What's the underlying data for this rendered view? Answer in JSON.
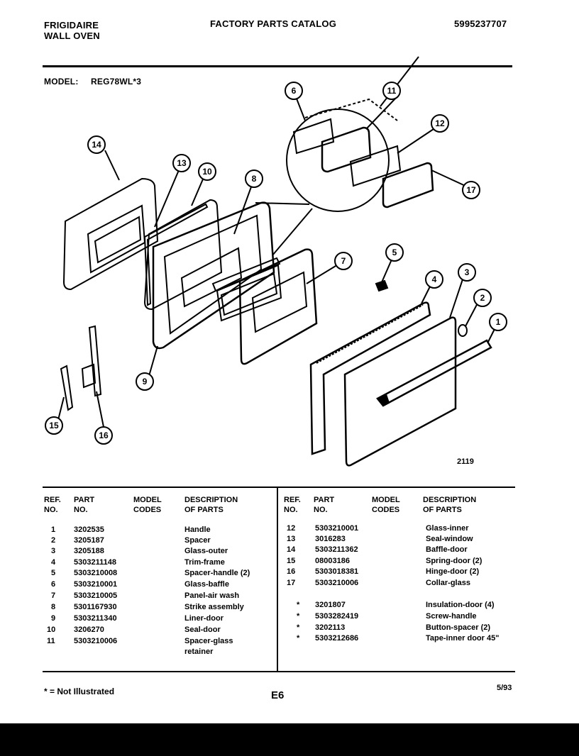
{
  "header": {
    "brand": "FRIGIDAIRE",
    "product": "WALL OVEN",
    "catalog_title": "FACTORY PARTS CATALOG",
    "catalog_number": "5995237707",
    "model_label": "MODEL:",
    "model_value": "REG78WL*3"
  },
  "diagram": {
    "callouts": [
      "1",
      "2",
      "3",
      "4",
      "5",
      "6",
      "7",
      "8",
      "9",
      "10",
      "11",
      "12",
      "13",
      "14",
      "15",
      "16",
      "17"
    ],
    "figure_number": "2119"
  },
  "table": {
    "headers": {
      "ref": [
        "REF.",
        "NO."
      ],
      "part": [
        "PART",
        "NO."
      ],
      "model": [
        "MODEL",
        "CODES"
      ],
      "desc": [
        "DESCRIPTION",
        "OF PARTS"
      ]
    },
    "left_rows": [
      {
        "ref": "1",
        "part": "3202535",
        "desc": "Handle"
      },
      {
        "ref": "2",
        "part": "3205187",
        "desc": "Spacer"
      },
      {
        "ref": "3",
        "part": "3205188",
        "desc": "Glass-outer"
      },
      {
        "ref": "4",
        "part": "5303211148",
        "desc": "Trim-frame"
      },
      {
        "ref": "5",
        "part": "5303210008",
        "desc": "Spacer-handle (2)"
      },
      {
        "ref": "6",
        "part": "5303210001",
        "desc": "Glass-baffle"
      },
      {
        "ref": "7",
        "part": "5303210005",
        "desc": "Panel-air wash"
      },
      {
        "ref": "8",
        "part": "5301167930",
        "desc": "Strike assembly"
      },
      {
        "ref": "9",
        "part": "5303211340",
        "desc": "Liner-door"
      },
      {
        "ref": "10",
        "part": "3206270",
        "desc": "Seal-door"
      },
      {
        "ref": "11",
        "part": "5303210006",
        "desc": "Spacer-glass"
      }
    ],
    "left_extra": "retainer",
    "right_rows": [
      {
        "ref": "12",
        "part": "5303210001",
        "desc": "Glass-inner"
      },
      {
        "ref": "13",
        "part": "3016283",
        "desc": "Seal-window"
      },
      {
        "ref": "14",
        "part": "5303211362",
        "desc": "Baffle-door"
      },
      {
        "ref": "15",
        "part": "08003186",
        "desc": "Spring-door (2)"
      },
      {
        "ref": "16",
        "part": "5303018381",
        "desc": "Hinge-door (2)"
      },
      {
        "ref": "17",
        "part": "5303210006",
        "desc": "Collar-glass"
      }
    ],
    "right_rows_2": [
      {
        "ref": "*",
        "part": "3201807",
        "desc": "Insulation-door (4)"
      },
      {
        "ref": "*",
        "part": "5303282419",
        "desc": "Screw-handle"
      },
      {
        "ref": "*",
        "part": "3202113",
        "desc": "Button-spacer (2)"
      },
      {
        "ref": "*",
        "part": "5303212686",
        "desc": "Tape-inner door 45\""
      }
    ]
  },
  "footer": {
    "note": "* = Not Illustrated",
    "page": "E6",
    "date": "5/93"
  }
}
